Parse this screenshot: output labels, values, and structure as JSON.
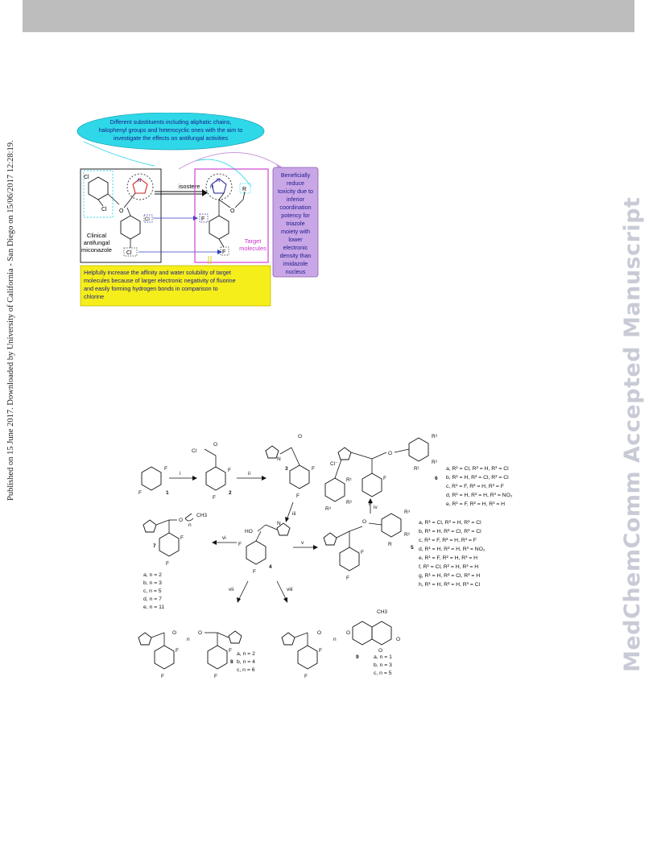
{
  "page": {
    "side_text": "Published on 15 June 2017. Downloaded by University of California - San Diego on 15/06/2017 12:28:19.",
    "watermark": "MedChemComm Accepted Manuscript"
  },
  "figure1": {
    "callout_top": [
      "Different substituents including aliphatic chains,",
      "halophenyl groups and heterocyclic ones with the aim to",
      "investigate the effects on antifungal activities"
    ],
    "callout_right": [
      "Beneficially",
      "reduce",
      "toxicity due to",
      "inferior",
      "coordination",
      "potency for",
      "triazole",
      "moiety with",
      "lower",
      "electronic",
      "density than",
      "imidazole",
      "nucleus"
    ],
    "callout_bottom": [
      "Helpfully increase the affinity and water solubility of target",
      "molecules because of larger electronic negativity of fluorine",
      "and easily forming hydrogen bonds in comparison to",
      "chlorine"
    ],
    "isostere_label": "isostere",
    "left_caption": [
      "Clinical",
      "antifungal",
      "miconazole"
    ],
    "right_caption": [
      "Target",
      "molecules"
    ],
    "atom_labels": {
      "cl": "Cl",
      "n": "N",
      "o": "O",
      "f": "F",
      "r": "R"
    }
  },
  "scheme": {
    "reagents": {
      "i": "i",
      "ii": "ii",
      "iii": "iii",
      "iv": "iv",
      "v": "v",
      "vi": "vi",
      "vii": "vii",
      "viii": "viii"
    },
    "compounds": {
      "c1": "1",
      "c2": "2",
      "c3": "3",
      "c4": "4",
      "c5": "5",
      "c6": "6",
      "c7": "7",
      "c8": "8",
      "c9": "9"
    },
    "atoms": {
      "f": "F",
      "cl": "Cl",
      "cl_minus": "Cl⁻",
      "o": "O",
      "n": "N",
      "ho": "HO",
      "ch3": "CH3",
      "r": "R",
      "r1": "R¹",
      "r2": "R²",
      "r3": "R³",
      "n_sub": "n"
    },
    "list6": [
      "a, R¹ = Cl, R² = H, R³ = Cl",
      "b, R¹ = H, R² = Cl, R³ = Cl",
      "c, R¹ = F, R² = H, R³ = F",
      "d, R¹ = H, R² = H, R³ = NO₂",
      "e, R¹ = F, R² = H, R³ = H"
    ],
    "list5": [
      "a, R¹ = Cl, R² = H, R³ = Cl",
      "b, R¹ = H, R² = Cl, R³ = Cl",
      "c, R¹ = F, R² = H, R³ = F",
      "d, R¹ = H, R² = H, R³ = NO₂",
      "e, R¹ = F, R² = H, R³ = H",
      "f, R¹ = Cl, R² = H, R³ = H",
      "g, R¹ = H, R² = Cl, R³ = H",
      "h, R¹ = H, R² = H, R³ = Cl"
    ],
    "list7": [
      "a, n = 2",
      "b, n = 3",
      "c, n = 5",
      "d, n = 7",
      "e, n = 11"
    ],
    "list8": [
      "a, n = 2",
      "b, n = 4",
      "c, n = 6"
    ],
    "list9": [
      "a, n = 1",
      "b, n = 3",
      "c, n = 5"
    ]
  },
  "colors": {
    "cyan": "#2fd8e8",
    "magenta": "#cc33cc",
    "lavender": "#c9a6e6",
    "yellow": "#f5ee1a",
    "navy": "#1a1a8c",
    "red": "#d22222"
  }
}
